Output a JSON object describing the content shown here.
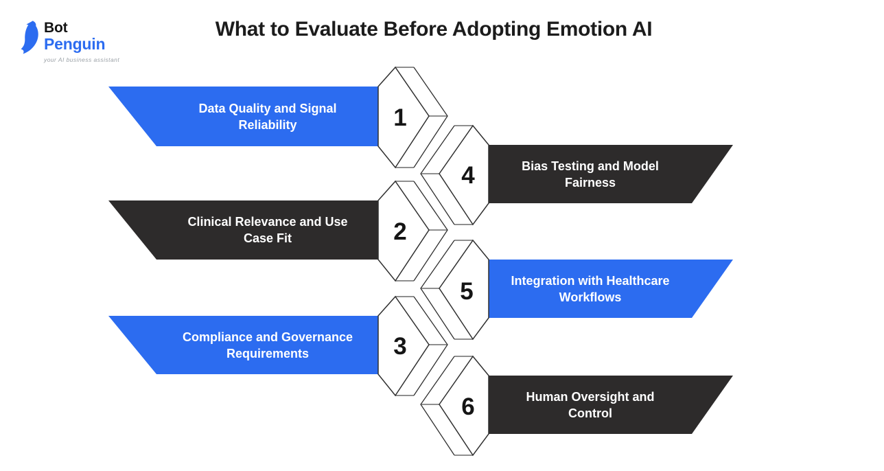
{
  "logo": {
    "line1": "Bot",
    "line2": "Penguin",
    "tagline": "your AI business assistant"
  },
  "title": "What to Evaluate Before Adopting Emotion AI",
  "colors": {
    "accent_blue": "#2c6cf0",
    "accent_dark": "#2d2b2b",
    "banner_text": "#ffffff",
    "outline": "#2f2f2f",
    "connector_gray": "#8f8f8f"
  },
  "steps": [
    {
      "number": "1",
      "line1": "Data Quality and Signal",
      "line2": "Reliability",
      "side": "left",
      "color": "blue"
    },
    {
      "number": "2",
      "line1": "Clinical Relevance and Use",
      "line2": "Case Fit",
      "side": "left",
      "color": "dark"
    },
    {
      "number": "3",
      "line1": "Compliance and Governance",
      "line2": "Requirements",
      "side": "left",
      "color": "blue"
    },
    {
      "number": "4",
      "line1": "Bias Testing and Model",
      "line2": "Fairness",
      "side": "right",
      "color": "dark"
    },
    {
      "number": "5",
      "line1": "Integration with Healthcare",
      "line2": "Workflows",
      "side": "right",
      "color": "blue"
    },
    {
      "number": "6",
      "line1": "Human Oversight and",
      "line2": "Control",
      "side": "right",
      "color": "dark"
    }
  ]
}
